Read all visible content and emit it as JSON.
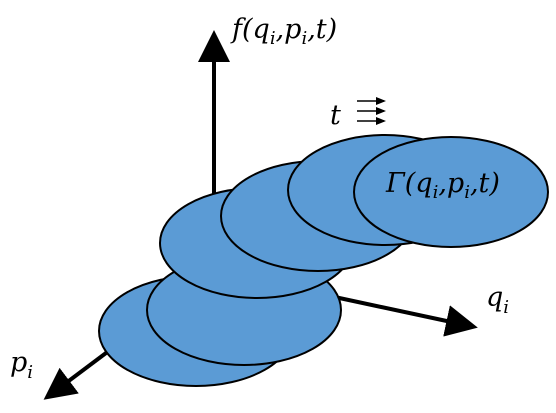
{
  "labels": {
    "f_axis": {
      "main": "f(q",
      "sub1": "i",
      "mid": ",p",
      "sub2": "i",
      "end": ",t)"
    },
    "q_axis": {
      "main": "q",
      "sub": "i"
    },
    "p_axis": {
      "main": "p",
      "sub": "i"
    },
    "time_label": "t",
    "gamma": {
      "main": "Γ(q",
      "sub1": "i",
      "mid": ",p",
      "sub2": "i",
      "end": ",t)"
    }
  },
  "colors": {
    "ellipse_fill": "#5b9bd5",
    "ellipse_stroke": "#000000",
    "axis": "#000000",
    "background": "#ffffff"
  },
  "icons": {
    "time_arrows": "triple-right-arrow-icon"
  }
}
